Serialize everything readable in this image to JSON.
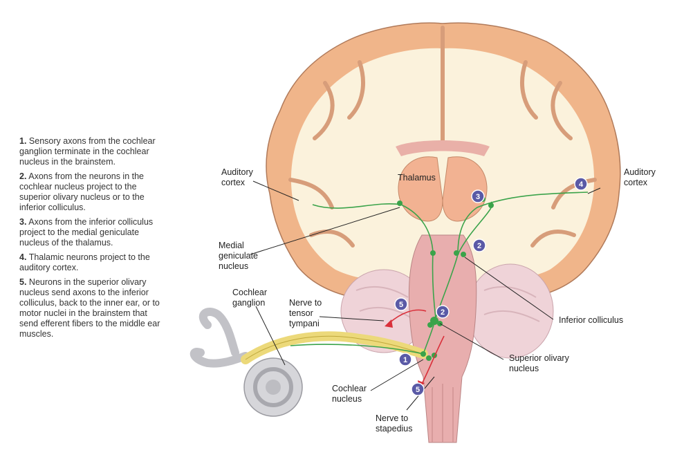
{
  "steps": [
    {
      "num": "1.",
      "text": "Sensory axons from the cochlear\nganglion terminate in the cochlear\nnucleus in the brainstem."
    },
    {
      "num": "2.",
      "text": "Axons from the neurons in the\ncochlear nucleus project to the\nsuperior olivary nucleus or to the\ninferior colliculus."
    },
    {
      "num": "3.",
      "text": "Axons from the inferior colliculus\nproject to the medial geniculate\nnucleus of the thalamus."
    },
    {
      "num": "4.",
      "text": "Thalamic neurons project to the\nauditory cortex."
    },
    {
      "num": "5.",
      "text": "Neurons in the superior olivary\nnucleus send axons to the inferior\ncolliculus, back to the inner ear, or to\nmotor nuclei in the brainstem that\nsend efferent fibers to the middle ear\nmuscles."
    }
  ],
  "labels": {
    "auditory_cortex_left": "Auditory\ncortex",
    "auditory_cortex_right": "Auditory\ncortex",
    "thalamus": "Thalamus",
    "medial_geniculate": "Medial\ngeniculate\nnucleus",
    "cochlear_ganglion": "Cochlear\nganglion",
    "nerve_tensor": "Nerve to\ntensor\ntympani",
    "inferior_colliculus": "Inferior colliculus",
    "superior_olivary": "Superior olivary\nnucleus",
    "cochlear_nucleus": "Cochlear\nnucleus",
    "nerve_stapedius": "Nerve to\nstapedius"
  },
  "markers": {
    "m1": "1",
    "m2a": "2",
    "m2b": "2",
    "m3": "3",
    "m4": "4",
    "m5a": "5",
    "m5b": "5"
  },
  "colors": {
    "cortex": "#f0b58a",
    "white_matter": "#fbf2dc",
    "thalamus": "#f2b292",
    "brainstem": "#e8aeae",
    "pathway": "#3aa34a",
    "efferent": "#d9303a",
    "marker": "#5a5aa6",
    "nerve": "#ecd97a",
    "ear": "#c8c8cc"
  }
}
